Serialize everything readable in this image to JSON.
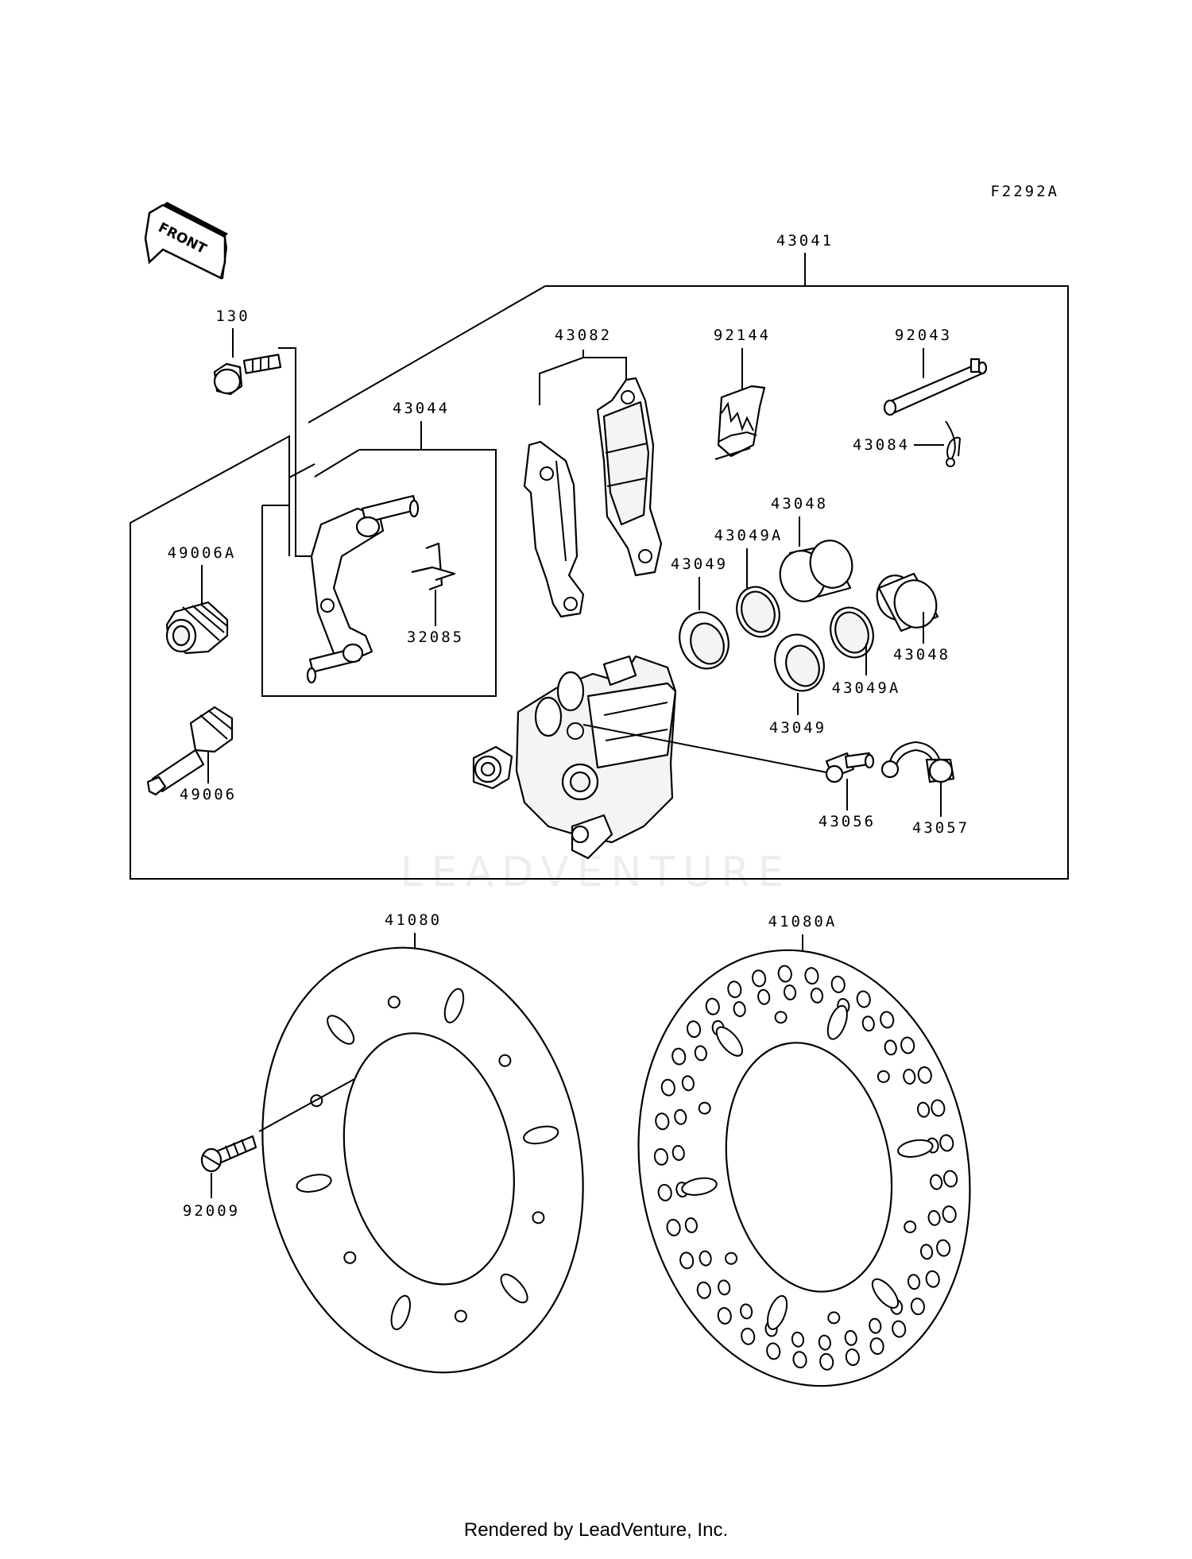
{
  "diagram_code": "F2292A",
  "front_label": "FRONT",
  "watermark": "LEADVENTURE",
  "footer": "Rendered by LeadVenture, Inc.",
  "parts": {
    "p43041": "43041",
    "p130": "130",
    "p43044": "43044",
    "p43082": "43082",
    "p92144": "92144",
    "p92043": "92043",
    "p43084": "43084",
    "p49006A": "49006A",
    "p32085": "32085",
    "p43048_top": "43048",
    "p43049A_top": "43049A",
    "p43049_top": "43049",
    "p43048_bot": "43048",
    "p43049A_bot": "43049A",
    "p43049_bot": "43049",
    "p49006": "49006",
    "p43056": "43056",
    "p43057": "43057",
    "p41080": "41080",
    "p41080A": "41080A",
    "p92009": "92009"
  }
}
